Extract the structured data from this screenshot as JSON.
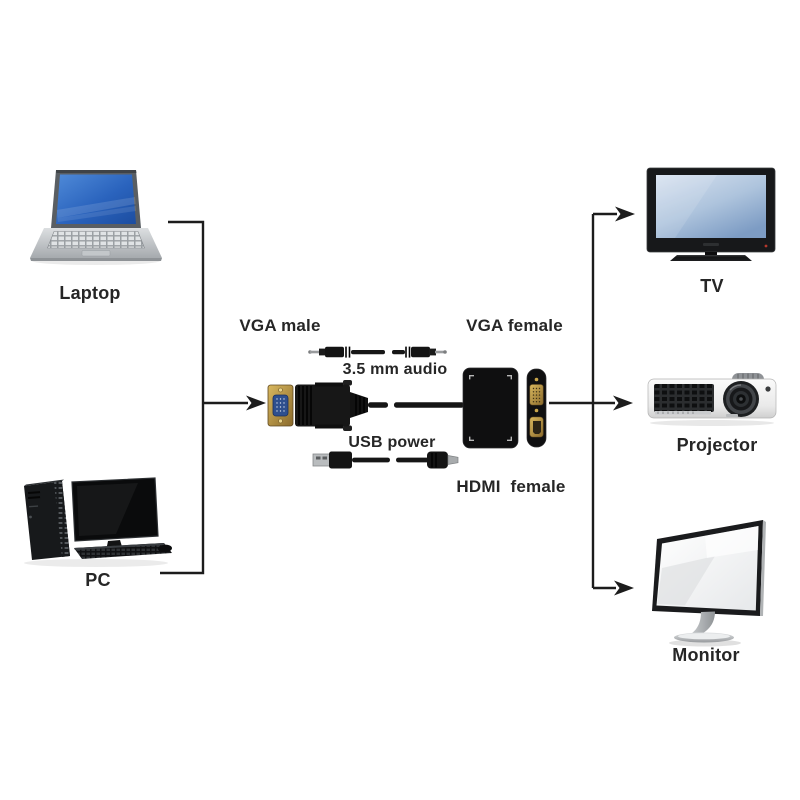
{
  "diagram": {
    "title_hint": "VGA to HDMI/VGA adapter connection diagram",
    "sources": {
      "laptop": {
        "label": "Laptop"
      },
      "pc": {
        "label": "PC"
      }
    },
    "targets": {
      "tv": {
        "label": "TV"
      },
      "projector": {
        "label": "Projector"
      },
      "monitor": {
        "label": "Monitor"
      }
    },
    "adapter": {
      "vga_male_label": "VGA male",
      "vga_female_label": "VGA female",
      "hdmi_female_label": "HDMI  female",
      "audio_cable_label": "3.5 mm audio",
      "usb_cable_label": "USB power"
    },
    "colors": {
      "background": "#ffffff",
      "connector_line": "#1c1c1c",
      "label_text": "#262626",
      "laptop_screen_blue": "#2f6fc8",
      "tv_screen_blue": "#a8c2de",
      "device_black": "#141414",
      "gold_port": "#c9a64b",
      "silver": "#b9bcbe"
    }
  }
}
